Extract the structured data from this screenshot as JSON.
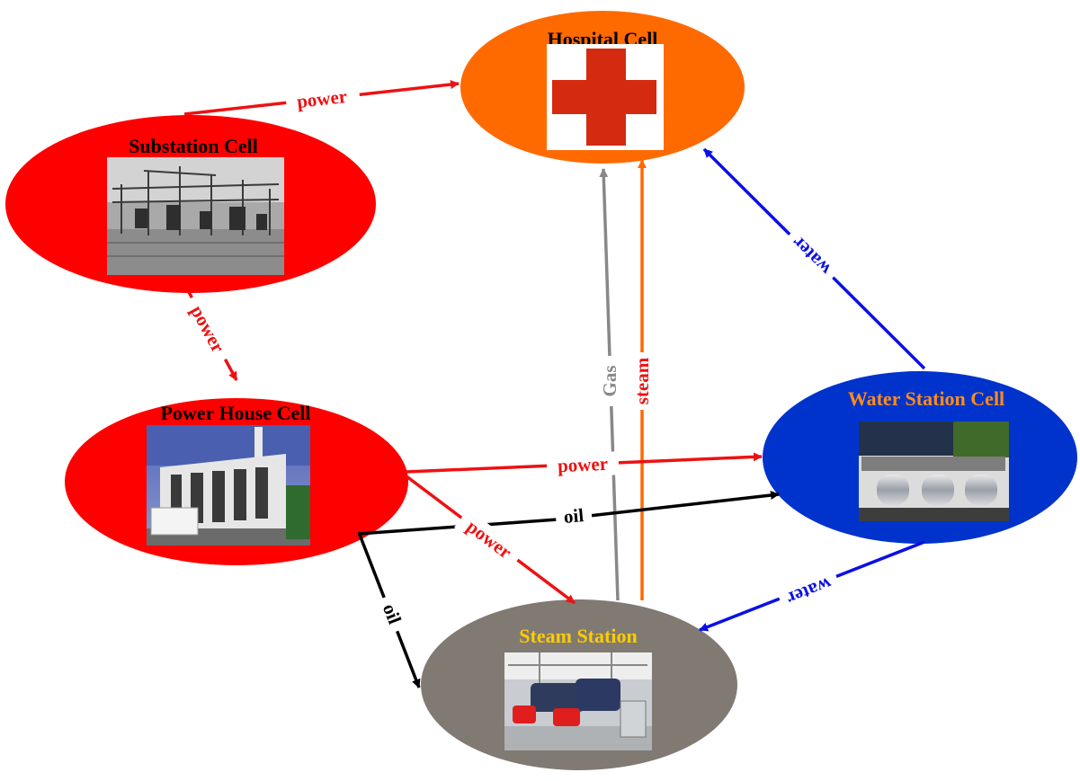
{
  "colors": {
    "power": "#ee1111",
    "gas": "#888888",
    "steam": "#ff6a00",
    "water": "#0a10e6",
    "oil": "#000000"
  },
  "nodes": {
    "hospital": {
      "title": "Hospital Cell",
      "fill": "#ff6a00",
      "title_color": "#000000",
      "icon": "red-cross-icon"
    },
    "substation": {
      "title": "Substation Cell",
      "fill": "#ff0000",
      "title_color": "#000000",
      "icon": "substation-photo"
    },
    "powerhouse": {
      "title": "Power House Cell",
      "fill": "#ff0000",
      "title_color": "#000000",
      "icon": "power-house-photo"
    },
    "water": {
      "title": "Water Station Cell",
      "fill": "#0033cc",
      "title_color": "#ff8c1a",
      "icon": "water-station-photo"
    },
    "steam": {
      "title": "Steam Station",
      "fill": "#807a73",
      "title_color": "#ffcc00",
      "icon": "steam-station-photo"
    }
  },
  "edges": {
    "substation_hospital": {
      "label": "power",
      "type": "power"
    },
    "substation_powerhouse": {
      "label": "power",
      "type": "power"
    },
    "steam_hospital_gas": {
      "label": "Gas",
      "type": "gas"
    },
    "steam_hospital_steam": {
      "label": "steam",
      "type": "steam"
    },
    "water_hospital": {
      "label": "water",
      "type": "water"
    },
    "powerhouse_water_power": {
      "label": "power",
      "type": "power"
    },
    "powerhouse_water_oil": {
      "label": "oil",
      "type": "oil"
    },
    "powerhouse_steam_power": {
      "label": "power",
      "type": "power"
    },
    "powerhouse_steam_oil": {
      "label": "oil",
      "type": "oil"
    },
    "water_steam": {
      "label": "water",
      "type": "water"
    }
  }
}
